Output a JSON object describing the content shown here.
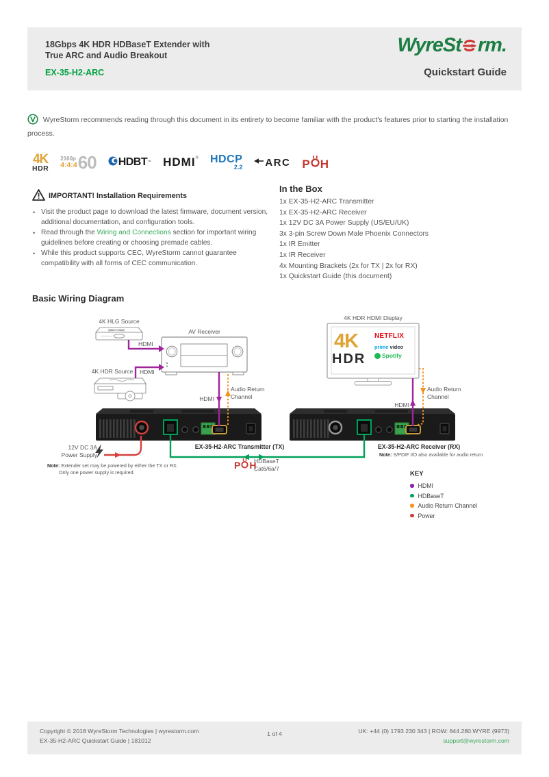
{
  "header": {
    "title_line1": "18Gbps 4K HDR HDBaseT Extender with",
    "title_line2": "True ARC and Audio Breakout",
    "product": "EX-35-H2-ARC",
    "brand_pre": "WyreSt",
    "brand_post": "rm.",
    "subtitle": "Quickstart Guide"
  },
  "intro": {
    "text": "WyreStorm recommends reading through this document in its entirety to become familiar with the product's features prior to starting the installation process."
  },
  "badges": {
    "fourk_top": "4K",
    "fourk_bottom": "HDR",
    "res_p": "2160p",
    "res_chroma": "4:4:4",
    "res_rate": "60",
    "hdbt": "HDBT",
    "hdbt_tm": "™",
    "hdmi": "HDMI",
    "hdmi_reg": "®",
    "hdcp": "HDCP",
    "hdcp_ver": "2.2",
    "arc": "ARC",
    "poh_p": "P",
    "poh_h": "H"
  },
  "important": {
    "heading": "IMPORTANT! Installation Requirements",
    "bullets": [
      {
        "text": "Visit the product page to download the latest firmware, document version, additional documentation, and configuration tools."
      },
      {
        "pre": "Read through the ",
        "link": "Wiring and Connections",
        "post": " section for important wiring guidelines before creating or choosing premade cables."
      },
      {
        "text": "While this product supports CEC, WyreStorm cannot guarantee compatibility with all forms of CEC communication."
      }
    ]
  },
  "in_the_box": {
    "heading": "In the Box",
    "items": [
      "1x EX-35-H2-ARC Transmitter",
      "1x EX-35-H2-ARC Receiver",
      "1x 12V DC 3A Power Supply (US/EU/UK)",
      "3x 3-pin Screw Down Male Phoenix Connectors",
      "1x IR Emitter",
      "1x IR Receiver",
      "4x Mounting Brackets (2x for TX | 2x for RX)",
      "1x Quickstart Guide (this document)"
    ]
  },
  "diagram": {
    "heading": "Basic Wiring Diagram",
    "labels": {
      "hlg_source": "4K HLG Source",
      "av_receiver": "AV Receiver",
      "hdr_source": "4K HDR Source",
      "hdmi": "HDMI",
      "arc_line1": "Audio Return",
      "arc_line2": "Channel",
      "display": "4K HDR HDMI Display",
      "tx": "EX-35-H2-ARC Transmitter (TX)",
      "rx": "EX-35-H2-ARC Receiver (RX)",
      "psu_line1": "12V DC 3A",
      "psu_line2": "Power Supply",
      "note_label": "Note:",
      "tx_note_line1": "Extender set may be powered by either the TX or RX.",
      "tx_note_line2": "Only one power supply is required.",
      "rx_note": "S/PDIF I/O also available for audio return",
      "poh_p": "P",
      "poh_h": "H",
      "cable_line1": "HDBaseT",
      "cable_line2": "Cat6/6a/7"
    },
    "tv": {
      "fourk": "4K",
      "hdr": "HDR",
      "netflix": "NETFLIX",
      "prime_1": "prime",
      "prime_2": "video",
      "spotify": "Spotify"
    },
    "key": {
      "heading": "KEY",
      "items": [
        {
          "label": "HDMI",
          "color": "#8e24aa"
        },
        {
          "label": "HDBaseT",
          "color": "#00a15b"
        },
        {
          "label": "Audio Return Channel",
          "color": "#f5921e"
        },
        {
          "label": "Power",
          "color": "#d53a35"
        }
      ]
    }
  },
  "footer": {
    "left_line1": "Copyright © 2018 WyreStorm Technologies | wyrestorm.com",
    "left_line2": "EX-35-H2-ARC Quickstart Guide | 181012",
    "center": "1 of 4",
    "right_line1": "UK: +44 (0) 1793 230 343 | ROW: 844.280.WYRE (9973)",
    "right_line2": "support@wyrestorm.com"
  },
  "colors": {
    "brand_green": "#1b7e43",
    "product_green": "#00a23f",
    "link_green": "#3baa5c",
    "hdmi_purple": "#a0249c",
    "hdbaset_green": "#00a159",
    "arc_orange": "#f5921e",
    "power_red": "#d6403c",
    "hdcp_blue": "#1b75bc",
    "hdbt_blue": "#1c63af",
    "badge_gold": "#e2a33b",
    "netflix_red": "#e50914",
    "spotify_green": "#1db954",
    "band_gray": "#ececec"
  }
}
